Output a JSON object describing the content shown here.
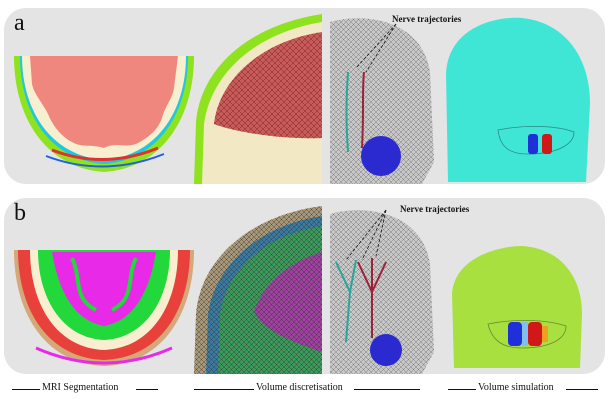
{
  "panels": [
    {
      "letter": "a",
      "nerve_label": "Nerve trajectories"
    },
    {
      "letter": "b",
      "nerve_label": "Nerve trajectories"
    }
  ],
  "footer": {
    "mri": "MRI Segmentation",
    "volume": "Volume discretisation",
    "simulation": "Volume simulation"
  },
  "colors": {
    "panel_bg": "#e4e4e4",
    "brain_pink": "#f0877e",
    "skull_cream": "#f7efd0",
    "scalp_green": "#8ee21e",
    "electrode_blue": "#2030d8",
    "electrode_red": "#d01818",
    "sim_cyan": "#3fe6d6",
    "sim_yellowgreen": "#a8e040",
    "mesh_gray": "#bdbdbd",
    "eye_blue": "#2a2ad0",
    "nerve_teal": "#2aa59a",
    "nerve_crimson": "#a0203a",
    "gray_matter_green": "#22d83a",
    "white_matter_magenta": "#e82ae8"
  }
}
